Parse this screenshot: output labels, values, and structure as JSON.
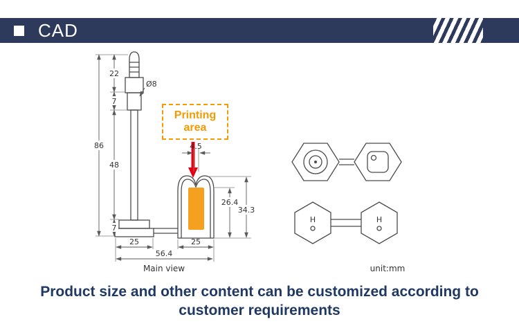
{
  "header": {
    "title": "CAD"
  },
  "drawing": {
    "callout_label": "Printing area",
    "main_view_label": "Main view",
    "unit_label": "unit:mm",
    "hex_mark": "H",
    "dims": {
      "tip": "22",
      "collar": "7",
      "overall": "86",
      "shaft": "48",
      "base": "7",
      "diameter": "Ø8",
      "pin_base_width": "25",
      "dome_gap": "4.5",
      "inner_height": "26.4",
      "outer_height": "34.3",
      "body_width": "25",
      "overall_width": "56.4"
    }
  },
  "footer": {
    "line1": "Product size and other content can be customized according to",
    "line2": "customer requirements"
  },
  "colors": {
    "header_bg": "#2e3a5c",
    "accent_orange": "#f59a00",
    "printing_fill": "#f5a01f",
    "arrow_red": "#e60012",
    "line_color": "#4a4a4a",
    "footer_text": "#1f3864"
  }
}
